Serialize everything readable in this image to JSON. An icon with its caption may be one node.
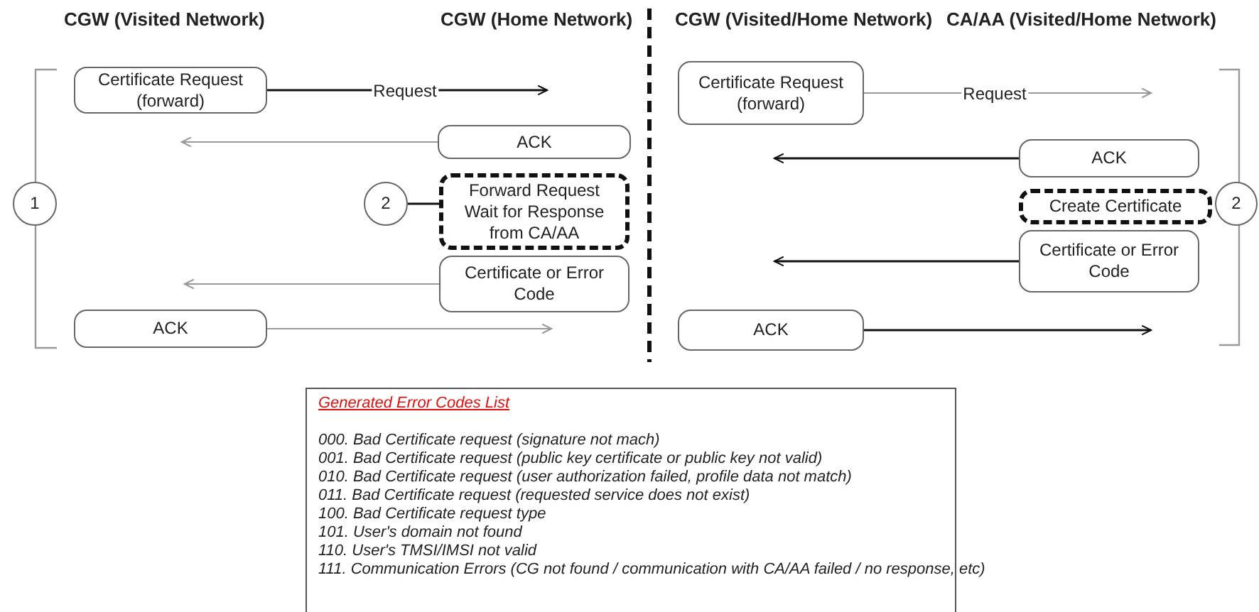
{
  "diagram": {
    "nodes": [
      {
        "text": [
          "Certificate Request (forward)"
        ]
      },
      {
        "text": [
          "ACK"
        ]
      },
      {
        "text": [
          "1"
        ]
      },
      {
        "text": [
          "2"
        ]
      },
      {
        "text": [
          "Forward Request Wait for Response from CA/AA"
        ]
      },
      {
        "text": [
          "Certificate or Error Code"
        ]
      },
      {
        "text": [
          "ACK"
        ]
      },
      {
        "text": [
          "Certificate Request (forward)"
        ]
      },
      {
        "text": [
          "ACK"
        ]
      },
      {
        "text": [
          "Create Certificate"
        ]
      },
      {
        "text": [
          "Certificate or Error Code"
        ]
      },
      {
        "text": [
          "ACK"
        ]
      },
      {
        "text": [
          "2"
        ]
      },
      {
        "text": [
          "Generated Error Codes List",
          "000. Bad Certificate request (signature not mach)",
          "001. Bad Certificate request (public key certificate or public key not valid)",
          "010. Bad Certificate request (user authorization failed, profile data not match)",
          "011. Bad Certificate request (requested service does not exist)",
          "100. Bad Certificate request type",
          "101. User's domain not found",
          "110. User's TMSI/IMSI not valid",
          "111. Communication Errors (CG not found / communication with CA/AA failed / no response, etc)"
        ]
      }
    ],
    "edges": [
      {
        "from": 0,
        "to": 1,
        "arrow": "to",
        "label": "Request"
      },
      {
        "from": 1,
        "to": 0,
        "arrow": "to",
        "color": "#999999"
      },
      {
        "from": 3,
        "to": 4,
        "arrow": "none"
      },
      {
        "from": 5,
        "to": 6,
        "arrow": "to",
        "color": "#999999"
      },
      {
        "from": 6,
        "to": 5,
        "arrow": "to",
        "color": "#999999"
      },
      {
        "from": 7,
        "to": null,
        "arrow": "to",
        "label": "Request",
        "color": "#999999"
      },
      {
        "from": 8,
        "to": 7,
        "arrow": "to"
      },
      {
        "from": 10,
        "to": null,
        "arrow": "to"
      },
      {
        "from": 11,
        "to": 10,
        "arrow": "to"
      }
    ],
    "labels": [
      "CGW (Visited Network)",
      "CGW (Home Network)",
      "CGW (Visited/Home Network)",
      "CA/AA (Visited/Home Network)"
    ]
  }
}
